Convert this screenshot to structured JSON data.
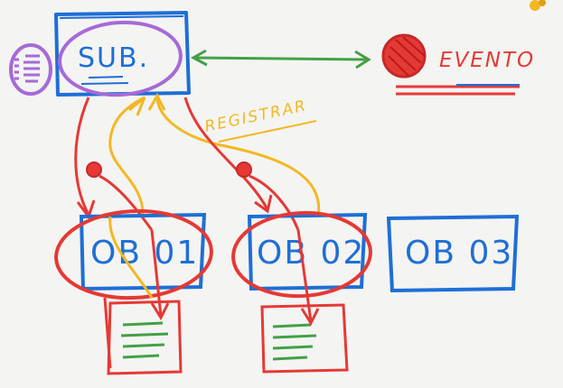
{
  "diagram": {
    "subject": {
      "label": "SUB."
    },
    "event": {
      "label": "EVENTO"
    },
    "register_action": {
      "label": "REGISTRAR"
    },
    "observers": [
      {
        "label": "OB 01"
      },
      {
        "label": "OB 02"
      },
      {
        "label": "OB 03"
      }
    ]
  },
  "colors": {
    "blue": "#1e6fd6",
    "red": "#e53935",
    "yellow": "#f3b821",
    "green": "#43a047",
    "purple": "#a66ad6",
    "background": "#f4f4f2"
  }
}
